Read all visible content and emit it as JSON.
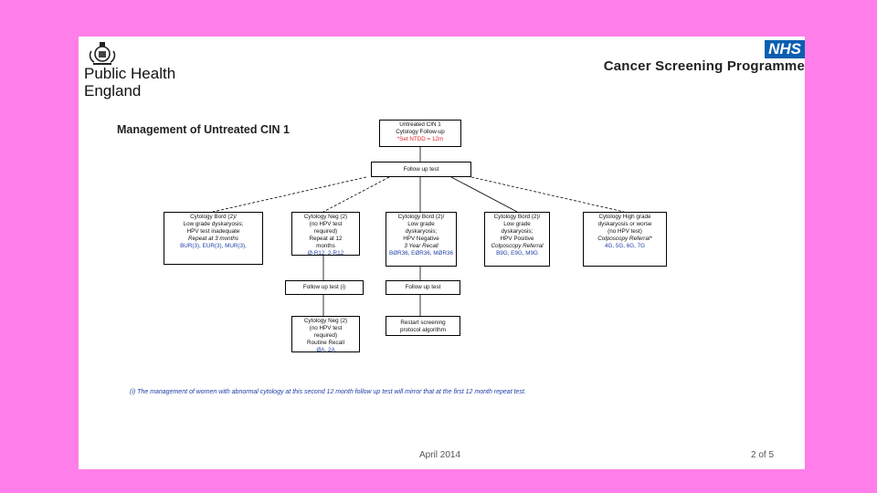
{
  "header": {
    "org_line1": "Public Health",
    "org_line2": "England",
    "nhs_logo": "NHS",
    "programme": "Cancer Screening Programme"
  },
  "title": "Management of Untreated CIN 1",
  "top_box": {
    "line1": "Untreated CIN 1",
    "line2": "Cytology Follow-up",
    "line3": "*Set NTDD = 12m"
  },
  "follow_up": {
    "label": "Follow up test"
  },
  "outcomes": [
    {
      "lines": [
        "Cytology Bord (2)/",
        "Low grade dyskaryosis;",
        "HPV test inadequate"
      ],
      "italic": "Repeat at 3 months",
      "codes": "BUR(3),   EUR(3), MUR(3),"
    },
    {
      "lines": [
        "Cytology Neg (2)",
        "(no HPV test",
        "required)",
        "Repeat at 12",
        "months"
      ],
      "italic": "",
      "codes": "Ø-R12, 2-R12"
    },
    {
      "lines": [
        "Cytology Bord (2)/",
        "Low grade",
        "dyskaryosis;",
        "HPV Negative"
      ],
      "italic": "3 Year Recall",
      "codes": "BØR36, EØR36, MØR36"
    },
    {
      "lines": [
        "Cytology Bord (2)/",
        "Low grade",
        "dyskaryosis;",
        "HPV Positive"
      ],
      "italic": "Colposcopy Referral",
      "codes": "B9G, E9G, M9G"
    },
    {
      "lines": [
        "Cytology High grade",
        "dyskaryosis or worse",
        "(no HPV test)"
      ],
      "italic": "Colposcopy Referral*",
      "codes": "4G, 5G, 6G, 7G"
    }
  ],
  "follow_up_2": {
    "label": "Follow up test (i)"
  },
  "follow_up_3": {
    "label": "Follow up test"
  },
  "routine": {
    "lines": [
      "Cytology Neg (2)",
      "(no HPV test",
      "required)",
      "Routine Recall"
    ],
    "codes": "ØA, 2A"
  },
  "restart": {
    "lines": [
      "Restart screening",
      "protocol algorithm"
    ]
  },
  "footnote": "(i) The management of women with abnormal cytology at this second 12 month follow up test will mirror that at the first 12 month repeat test.",
  "footer": {
    "date": "April 2014",
    "page": "2 of 5"
  },
  "colors": {
    "background": "#ff7ee9",
    "nhs_blue": "#0a5eb0",
    "code_blue": "#1f3fa6",
    "ntdd_red": "#e0262a"
  },
  "icons": {
    "crest": "royal-crest-icon"
  }
}
